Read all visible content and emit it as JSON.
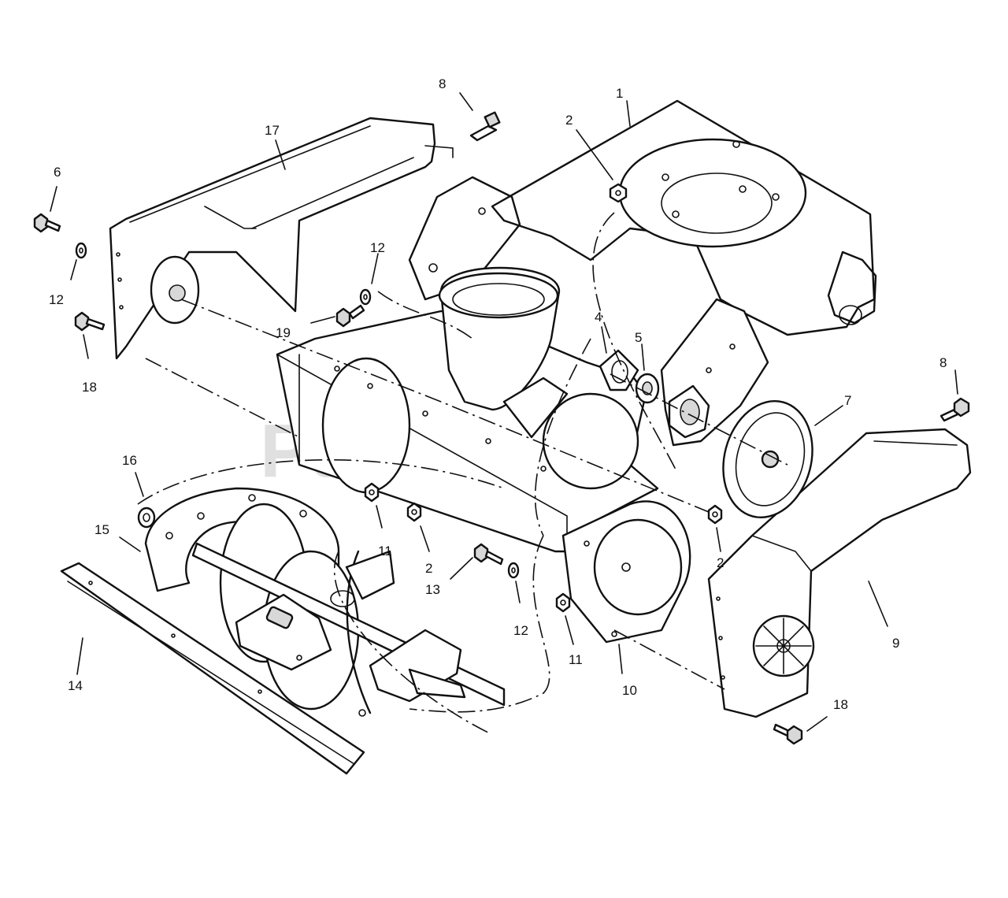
{
  "diagram": {
    "watermark": "PartsTree",
    "callouts": [
      {
        "id": "c1",
        "label": "1"
      },
      {
        "id": "c2a",
        "label": "2"
      },
      {
        "id": "c2b",
        "label": "2"
      },
      {
        "id": "c2c",
        "label": "2"
      },
      {
        "id": "c4",
        "label": "4"
      },
      {
        "id": "c5",
        "label": "5"
      },
      {
        "id": "c6",
        "label": "6"
      },
      {
        "id": "c7",
        "label": "7"
      },
      {
        "id": "c8a",
        "label": "8"
      },
      {
        "id": "c8b",
        "label": "8"
      },
      {
        "id": "c9",
        "label": "9"
      },
      {
        "id": "c10",
        "label": "10"
      },
      {
        "id": "c11a",
        "label": "11"
      },
      {
        "id": "c11b",
        "label": "11"
      },
      {
        "id": "c12a",
        "label": "12"
      },
      {
        "id": "c12b",
        "label": "12"
      },
      {
        "id": "c12c",
        "label": "12"
      },
      {
        "id": "c13",
        "label": "13"
      },
      {
        "id": "c14",
        "label": "14"
      },
      {
        "id": "c15",
        "label": "15"
      },
      {
        "id": "c16",
        "label": "16"
      },
      {
        "id": "c17",
        "label": "17"
      },
      {
        "id": "c18a",
        "label": "18"
      },
      {
        "id": "c18b",
        "label": "18"
      },
      {
        "id": "c19",
        "label": "19"
      }
    ]
  }
}
